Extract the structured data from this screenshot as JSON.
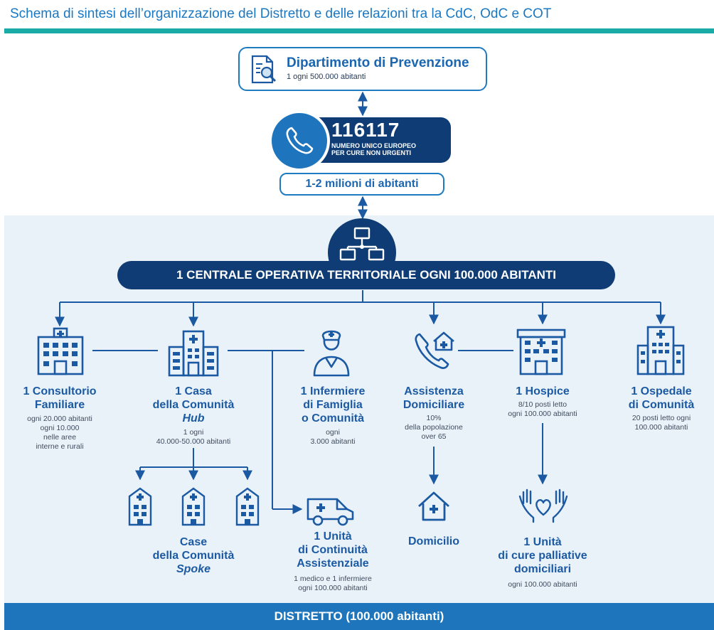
{
  "page": {
    "title": "Schema di sintesi dell’organizzazione del Distretto e delle relazioni tra la CdC, OdC e COT"
  },
  "prevenzione": {
    "title": "Dipartimento di Prevenzione",
    "sub": "1 ogni 500.000 abitanti",
    "icon": "document-search-icon"
  },
  "numero": {
    "number": "116117",
    "line1": "NUMERO UNICO EUROPEO",
    "line2": "PER CURE NON URGENTI",
    "icon": "phone-icon"
  },
  "abitanti": {
    "label": "1-2 milioni di abitanti"
  },
  "cot": {
    "label": "1 CENTRALE OPERATIVA TERRITORIALE OGNI 100.000 ABITANTI",
    "icon": "network-icon"
  },
  "nodes": {
    "consultorio": {
      "l1": "1 Consultorio",
      "l2": "Familiare",
      "s1": "ogni 20.000 abitanti",
      "s2": "ogni 10.000",
      "s3": "nelle aree",
      "s4": "interne e rurali"
    },
    "casa": {
      "l1": "1 Casa",
      "l2": "della Comunità",
      "l3": "Hub",
      "s1": "1 ogni",
      "s2": "40.000-50.000 abitanti"
    },
    "infermiere": {
      "l1": "1 Infermiere",
      "l2": "di Famiglia",
      "l3": "o Comunità",
      "s1": "ogni",
      "s2": "3.000 abitanti"
    },
    "assistenza": {
      "l1": "Assistenza",
      "l2": "Domiciliare",
      "s1": "10%",
      "s2": "della popolazione",
      "s3": "over 65"
    },
    "hospice": {
      "l1": "1 Hospice",
      "s1": "8/10 posti letto",
      "s2": "ogni 100.000 abitanti"
    },
    "ospedale": {
      "l1": "1 Ospedale",
      "l2": "di Comunità",
      "s1": "20 posti letto ogni",
      "s2": "100.000 abitanti"
    },
    "spoke": {
      "l1": "Case",
      "l2": "della Comunità",
      "l3": "Spoke"
    },
    "uca": {
      "l1": "1 Unità",
      "l2": "di Continuità",
      "l3": "Assistenziale",
      "s1": "1 medico e 1 infermiere",
      "s2": "ogni 100.000 abitanti"
    },
    "domicilio": {
      "l1": "Domicilio"
    },
    "palliative": {
      "l1": "1 Unità",
      "l2": "di cure palliative",
      "l3": "domiciliari",
      "s1": "ogni 100.000 abitanti"
    }
  },
  "footer": {
    "label": "DISTRETTO (100.000 abitanti)"
  },
  "colors": {
    "blue": "#1f75bd",
    "navy": "#0f3c74",
    "teal": "#1aaba7",
    "district_bg": "#eaf2f9"
  }
}
